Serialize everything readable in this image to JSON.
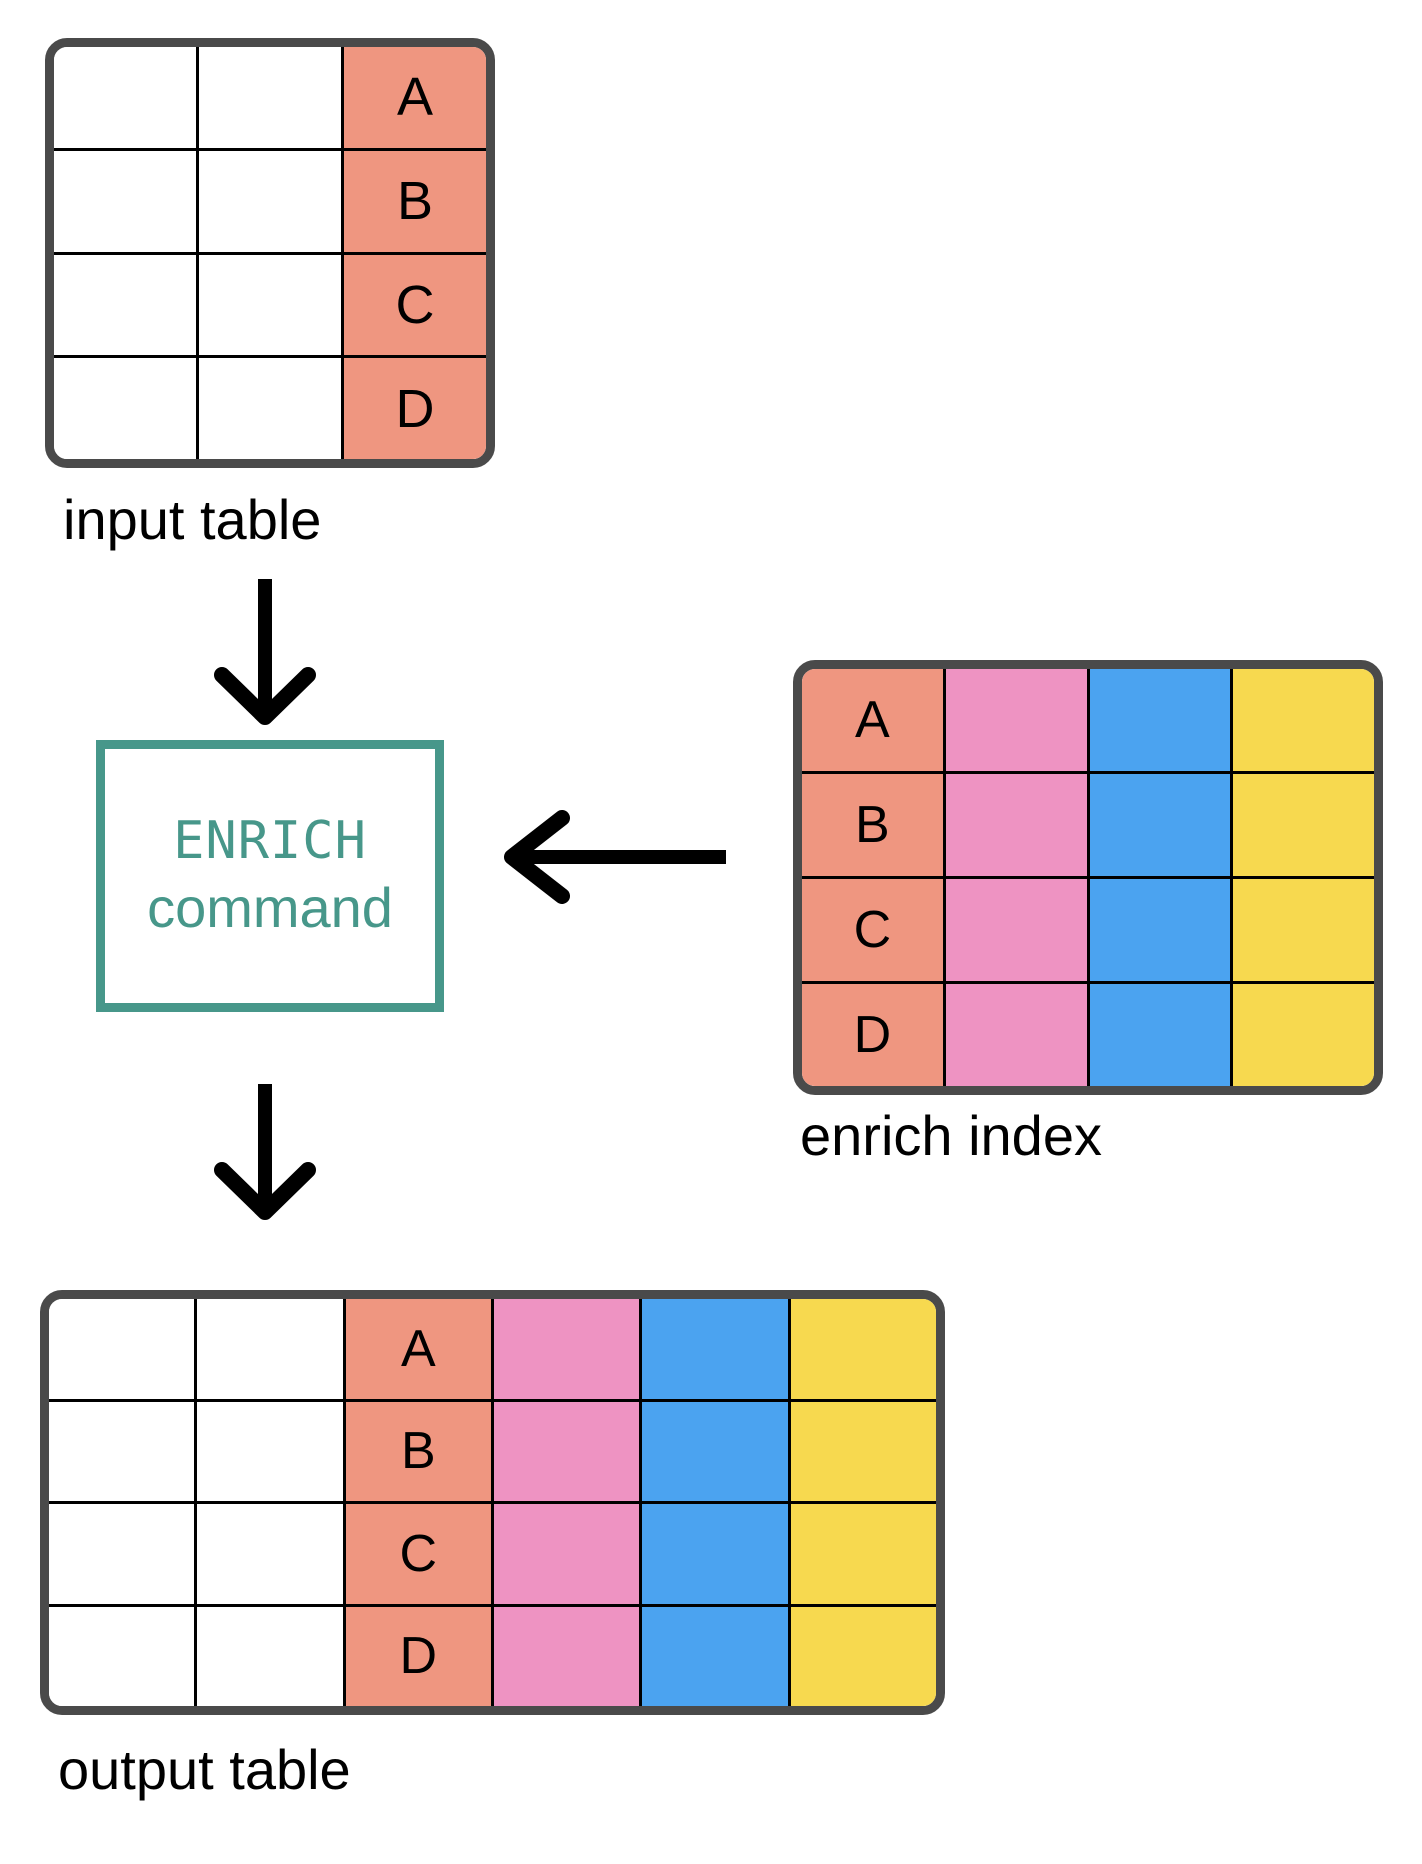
{
  "diagram": {
    "title": "ENRICH command data flow",
    "colors": {
      "key_salmon": "#ef9680",
      "field_pink": "#ee93c2",
      "field_blue": "#4ba3f0",
      "field_yellow": "#f7d94f",
      "table_border": "#4a4a4a",
      "cell_border": "#000000",
      "command_accent": "#47978a",
      "arrow": "#000000",
      "background": "#ffffff"
    },
    "command_box": {
      "name": "ENRICH",
      "word": "command"
    },
    "captions": {
      "input": "input table",
      "enrich": "enrich index",
      "output": "output table"
    },
    "arrows": [
      {
        "name": "input-to-command",
        "direction": "down"
      },
      {
        "name": "command-to-output",
        "direction": "down"
      },
      {
        "name": "index-to-command",
        "direction": "left"
      }
    ],
    "input_table": {
      "columns": 3,
      "rows": [
        [
          {
            "text": "",
            "fill": "white"
          },
          {
            "text": "",
            "fill": "white"
          },
          {
            "text": "A",
            "fill": "salmon"
          }
        ],
        [
          {
            "text": "",
            "fill": "white"
          },
          {
            "text": "",
            "fill": "white"
          },
          {
            "text": "B",
            "fill": "salmon"
          }
        ],
        [
          {
            "text": "",
            "fill": "white"
          },
          {
            "text": "",
            "fill": "white"
          },
          {
            "text": "C",
            "fill": "salmon"
          }
        ],
        [
          {
            "text": "",
            "fill": "white"
          },
          {
            "text": "",
            "fill": "white"
          },
          {
            "text": "D",
            "fill": "salmon"
          }
        ]
      ]
    },
    "enrich_index_table": {
      "columns": 4,
      "rows": [
        [
          {
            "text": "A",
            "fill": "salmon"
          },
          {
            "text": "",
            "fill": "pink"
          },
          {
            "text": "",
            "fill": "blue"
          },
          {
            "text": "",
            "fill": "yellow"
          }
        ],
        [
          {
            "text": "B",
            "fill": "salmon"
          },
          {
            "text": "",
            "fill": "pink"
          },
          {
            "text": "",
            "fill": "blue"
          },
          {
            "text": "",
            "fill": "yellow"
          }
        ],
        [
          {
            "text": "C",
            "fill": "salmon"
          },
          {
            "text": "",
            "fill": "pink"
          },
          {
            "text": "",
            "fill": "blue"
          },
          {
            "text": "",
            "fill": "yellow"
          }
        ],
        [
          {
            "text": "D",
            "fill": "salmon"
          },
          {
            "text": "",
            "fill": "pink"
          },
          {
            "text": "",
            "fill": "blue"
          },
          {
            "text": "",
            "fill": "yellow"
          }
        ]
      ]
    },
    "output_table": {
      "columns": 6,
      "rows": [
        [
          {
            "text": "",
            "fill": "white"
          },
          {
            "text": "",
            "fill": "white"
          },
          {
            "text": "A",
            "fill": "salmon"
          },
          {
            "text": "",
            "fill": "pink"
          },
          {
            "text": "",
            "fill": "blue"
          },
          {
            "text": "",
            "fill": "yellow"
          }
        ],
        [
          {
            "text": "",
            "fill": "white"
          },
          {
            "text": "",
            "fill": "white"
          },
          {
            "text": "B",
            "fill": "salmon"
          },
          {
            "text": "",
            "fill": "pink"
          },
          {
            "text": "",
            "fill": "blue"
          },
          {
            "text": "",
            "fill": "yellow"
          }
        ],
        [
          {
            "text": "",
            "fill": "white"
          },
          {
            "text": "",
            "fill": "white"
          },
          {
            "text": "C",
            "fill": "salmon"
          },
          {
            "text": "",
            "fill": "pink"
          },
          {
            "text": "",
            "fill": "blue"
          },
          {
            "text": "",
            "fill": "yellow"
          }
        ],
        [
          {
            "text": "",
            "fill": "white"
          },
          {
            "text": "",
            "fill": "white"
          },
          {
            "text": "D",
            "fill": "salmon"
          },
          {
            "text": "",
            "fill": "pink"
          },
          {
            "text": "",
            "fill": "blue"
          },
          {
            "text": "",
            "fill": "yellow"
          }
        ]
      ]
    }
  }
}
